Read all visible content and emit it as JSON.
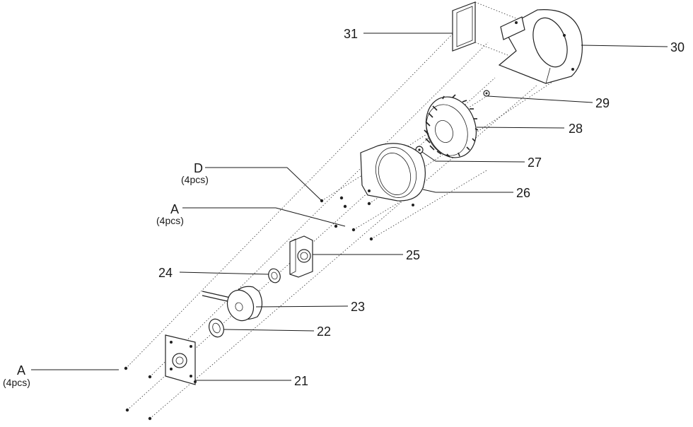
{
  "labels": {
    "p21": "21",
    "p22": "22",
    "p23": "23",
    "p24": "24",
    "p25": "25",
    "p26": "26",
    "p27": "27",
    "p28": "28",
    "p29": "29",
    "p30": "30",
    "p31": "31"
  },
  "fasteners": {
    "a_top": {
      "letter": "A",
      "qty": "(4pcs)"
    },
    "a_bottom": {
      "letter": "A",
      "qty": "(4pcs)"
    },
    "d": {
      "letter": "D",
      "qty": "(4pcs)"
    }
  }
}
